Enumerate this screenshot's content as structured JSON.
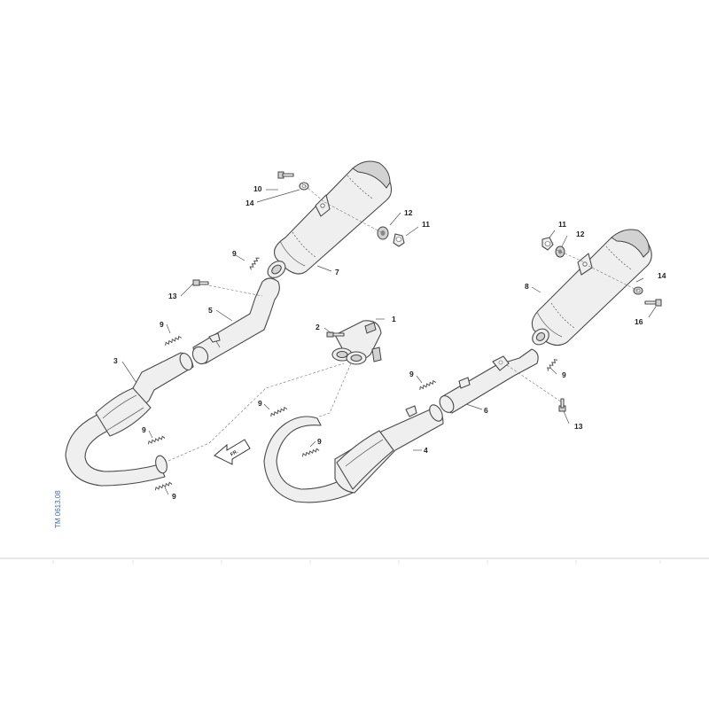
{
  "reference_code": "TM 0613.08",
  "front_arrow_label": "FR.",
  "callouts": {
    "c1": "1",
    "c2": "2",
    "c3": "3",
    "c4": "4",
    "c5": "5",
    "c6": "6",
    "c7": "7",
    "c8": "8",
    "c9a": "9",
    "c9b": "9",
    "c9c": "9",
    "c9d": "9",
    "c9e": "9",
    "c9f": "9",
    "c9g": "9",
    "c9h": "9",
    "c10": "10",
    "c11a": "11",
    "c11b": "11",
    "c12a": "12",
    "c12b": "12",
    "c13a": "13",
    "c13b": "13",
    "c14a": "14",
    "c14b": "14",
    "c16": "16"
  }
}
